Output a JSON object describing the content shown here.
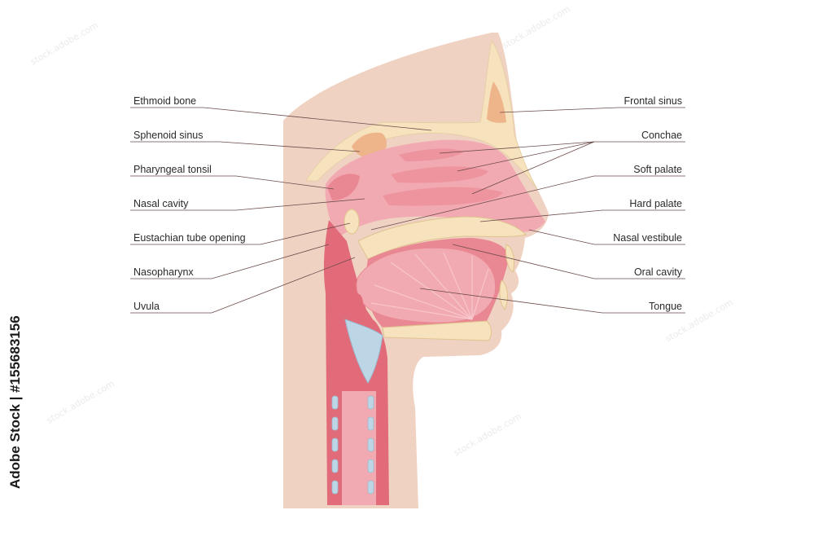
{
  "labels_left": [
    {
      "key": "ethmoid",
      "text": "Ethmoid bone"
    },
    {
      "key": "sphenoid",
      "text": "Sphenoid sinus"
    },
    {
      "key": "pharyngeal",
      "text": "Pharyngeal tonsil"
    },
    {
      "key": "nasal_cavity",
      "text": "Nasal cavity"
    },
    {
      "key": "eustachian",
      "text": "Eustachian tube opening"
    },
    {
      "key": "nasopharynx",
      "text": "Nasopharynx"
    },
    {
      "key": "uvula",
      "text": "Uvula"
    }
  ],
  "labels_right": [
    {
      "key": "frontal",
      "text": "Frontal sinus"
    },
    {
      "key": "conchae",
      "text": "Conchae"
    },
    {
      "key": "soft_palate",
      "text": "Soft palate"
    },
    {
      "key": "hard_palate",
      "text": "Hard palate"
    },
    {
      "key": "nasal_vestibule",
      "text": "Nasal vestibule"
    },
    {
      "key": "oral_cavity",
      "text": "Oral cavity"
    },
    {
      "key": "tongue",
      "text": "Tongue"
    }
  ],
  "watermark": "stock.adobe.com",
  "credit": "Adobe Stock | #155683156",
  "colors": {
    "skin": "#f0d2c2",
    "bone": "#f6e3bd",
    "mucosa": "#f2aab2",
    "mucosa_dark": "#e98893",
    "sinus": "#eeb48a",
    "airway": "#e26b79",
    "cartilage": "#bcd6e6",
    "leader": "#6b4a4a"
  }
}
